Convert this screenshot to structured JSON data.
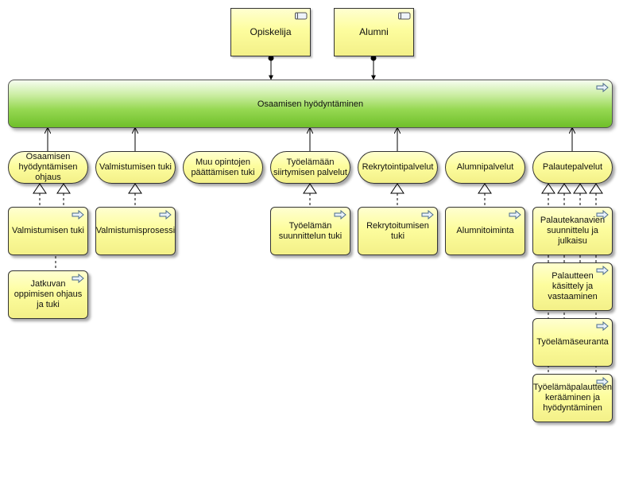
{
  "actors": {
    "student": "Opiskelija",
    "alumni": "Alumni"
  },
  "main_service": "Osaamisen hyödyntäminen",
  "services": {
    "ohjaus": "Osaamisen hyödyntämisen ohjaus",
    "valmistumisen_tuki": "Valmistumisen tuki",
    "muu_opintojen": "Muu opintojen päättämisen tuki",
    "tyoelamaan": "Työelämään siirtymisen palvelut",
    "rekrytointi": "Rekrytointipalvelut",
    "alumni": "Alumnipalvelut",
    "palaute": "Palautepalvelut"
  },
  "processes": {
    "valmistumisen_tuki": "Valmistumisen tuki",
    "jatkuvan": "Jatkuvan oppimisen ohjaus ja tuki",
    "valmistumisprosessi": "Valmistumisprosessi",
    "tyoelaman_suunnittelu": "Työelämän suunnittelun tuki",
    "rekrytoitumisen": "Rekrytoitumisen tuki",
    "alumnitoiminta": "Alumnitoiminta",
    "palautekanavien": "Palautekanavien suunnittelu ja julkaisu",
    "palautteen_kasittely": "Palautteen käsittely ja vastaaminen",
    "tyoelamaseuranta": "Työelämäseuranta",
    "tyoelamapalautteen": "Työelämäpalautteen kerääminen ja hyödyntäminen"
  },
  "icons": [
    "actor-icon",
    "process-arrow-icon"
  ]
}
